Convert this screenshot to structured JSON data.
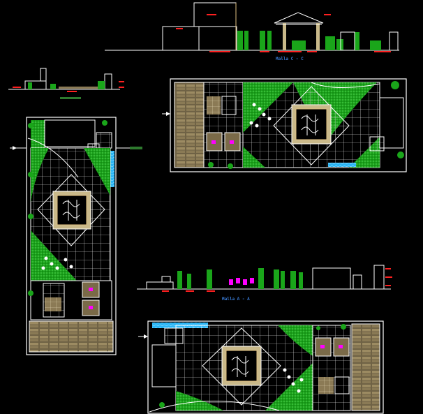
{
  "drawing": {
    "background": "#000000",
    "colors": {
      "outline": "#ffffff",
      "lawn": "#1aa51a",
      "lawn_dark": "#0e6b0e",
      "paving": "#8b7a55",
      "paving_light": "#c9b98a",
      "water": "#29b6f6",
      "accent": "#e0c080",
      "dimension": "#ff2020",
      "furniture": "#ff00ff",
      "label": "#3a7bd5"
    },
    "section_labels": {
      "top": "Malla C - C",
      "middle": "Malla A - A"
    },
    "views": [
      "elevation-top",
      "elevation-small",
      "plan-top-right",
      "plan-left-vertical",
      "elevation-middle",
      "plan-bottom"
    ]
  }
}
